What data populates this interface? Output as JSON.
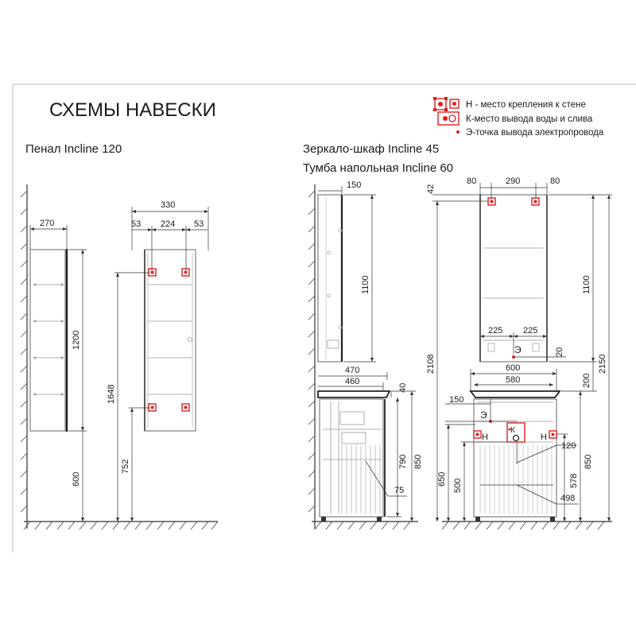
{
  "page_title": "СХЕМЫ НАВЕСКИ",
  "legend": {
    "h_label": "Н - место крепления к стене",
    "k_label": "К-место вывода воды и слива",
    "e_label": "Э-точка вывода электропровода"
  },
  "penal": {
    "title": "Пенал Incline 120",
    "dims": {
      "depth": "270",
      "height": "1200",
      "floor_gap": "600",
      "width": "330",
      "side_left": "53",
      "between": "224",
      "side_right": "53",
      "top_mount_height": "1648",
      "bottom_mount_height": "752"
    }
  },
  "mirror": {
    "title": "Зеркало-шкаф Incline 45",
    "dims": {
      "depth": "150",
      "height": "1100",
      "offset_top": "42",
      "left": "80",
      "between": "290",
      "right": "80",
      "half_left": "225",
      "half_right": "225",
      "e_offset": "20",
      "width": "600",
      "top_from_floor_a": "2108",
      "top_from_floor_b": "2150",
      "gap": "200"
    }
  },
  "cabinet": {
    "title": "Тумба напольная Incline 60",
    "dims": {
      "top_depth": "470",
      "body_depth": "460",
      "top_thickness": "40",
      "body_height": "790",
      "total_height": "850",
      "plinth": "75",
      "width_top": "580",
      "e_side": "150",
      "k_offset": "120",
      "h_mount": "650",
      "k_height": "500",
      "between_mounts": "578",
      "right_height": "850",
      "inner_width": "498"
    }
  },
  "marks": {
    "h": "Н",
    "k": "К",
    "e": "Э"
  },
  "colors": {
    "marker": "#e02020",
    "line": "#333333"
  }
}
